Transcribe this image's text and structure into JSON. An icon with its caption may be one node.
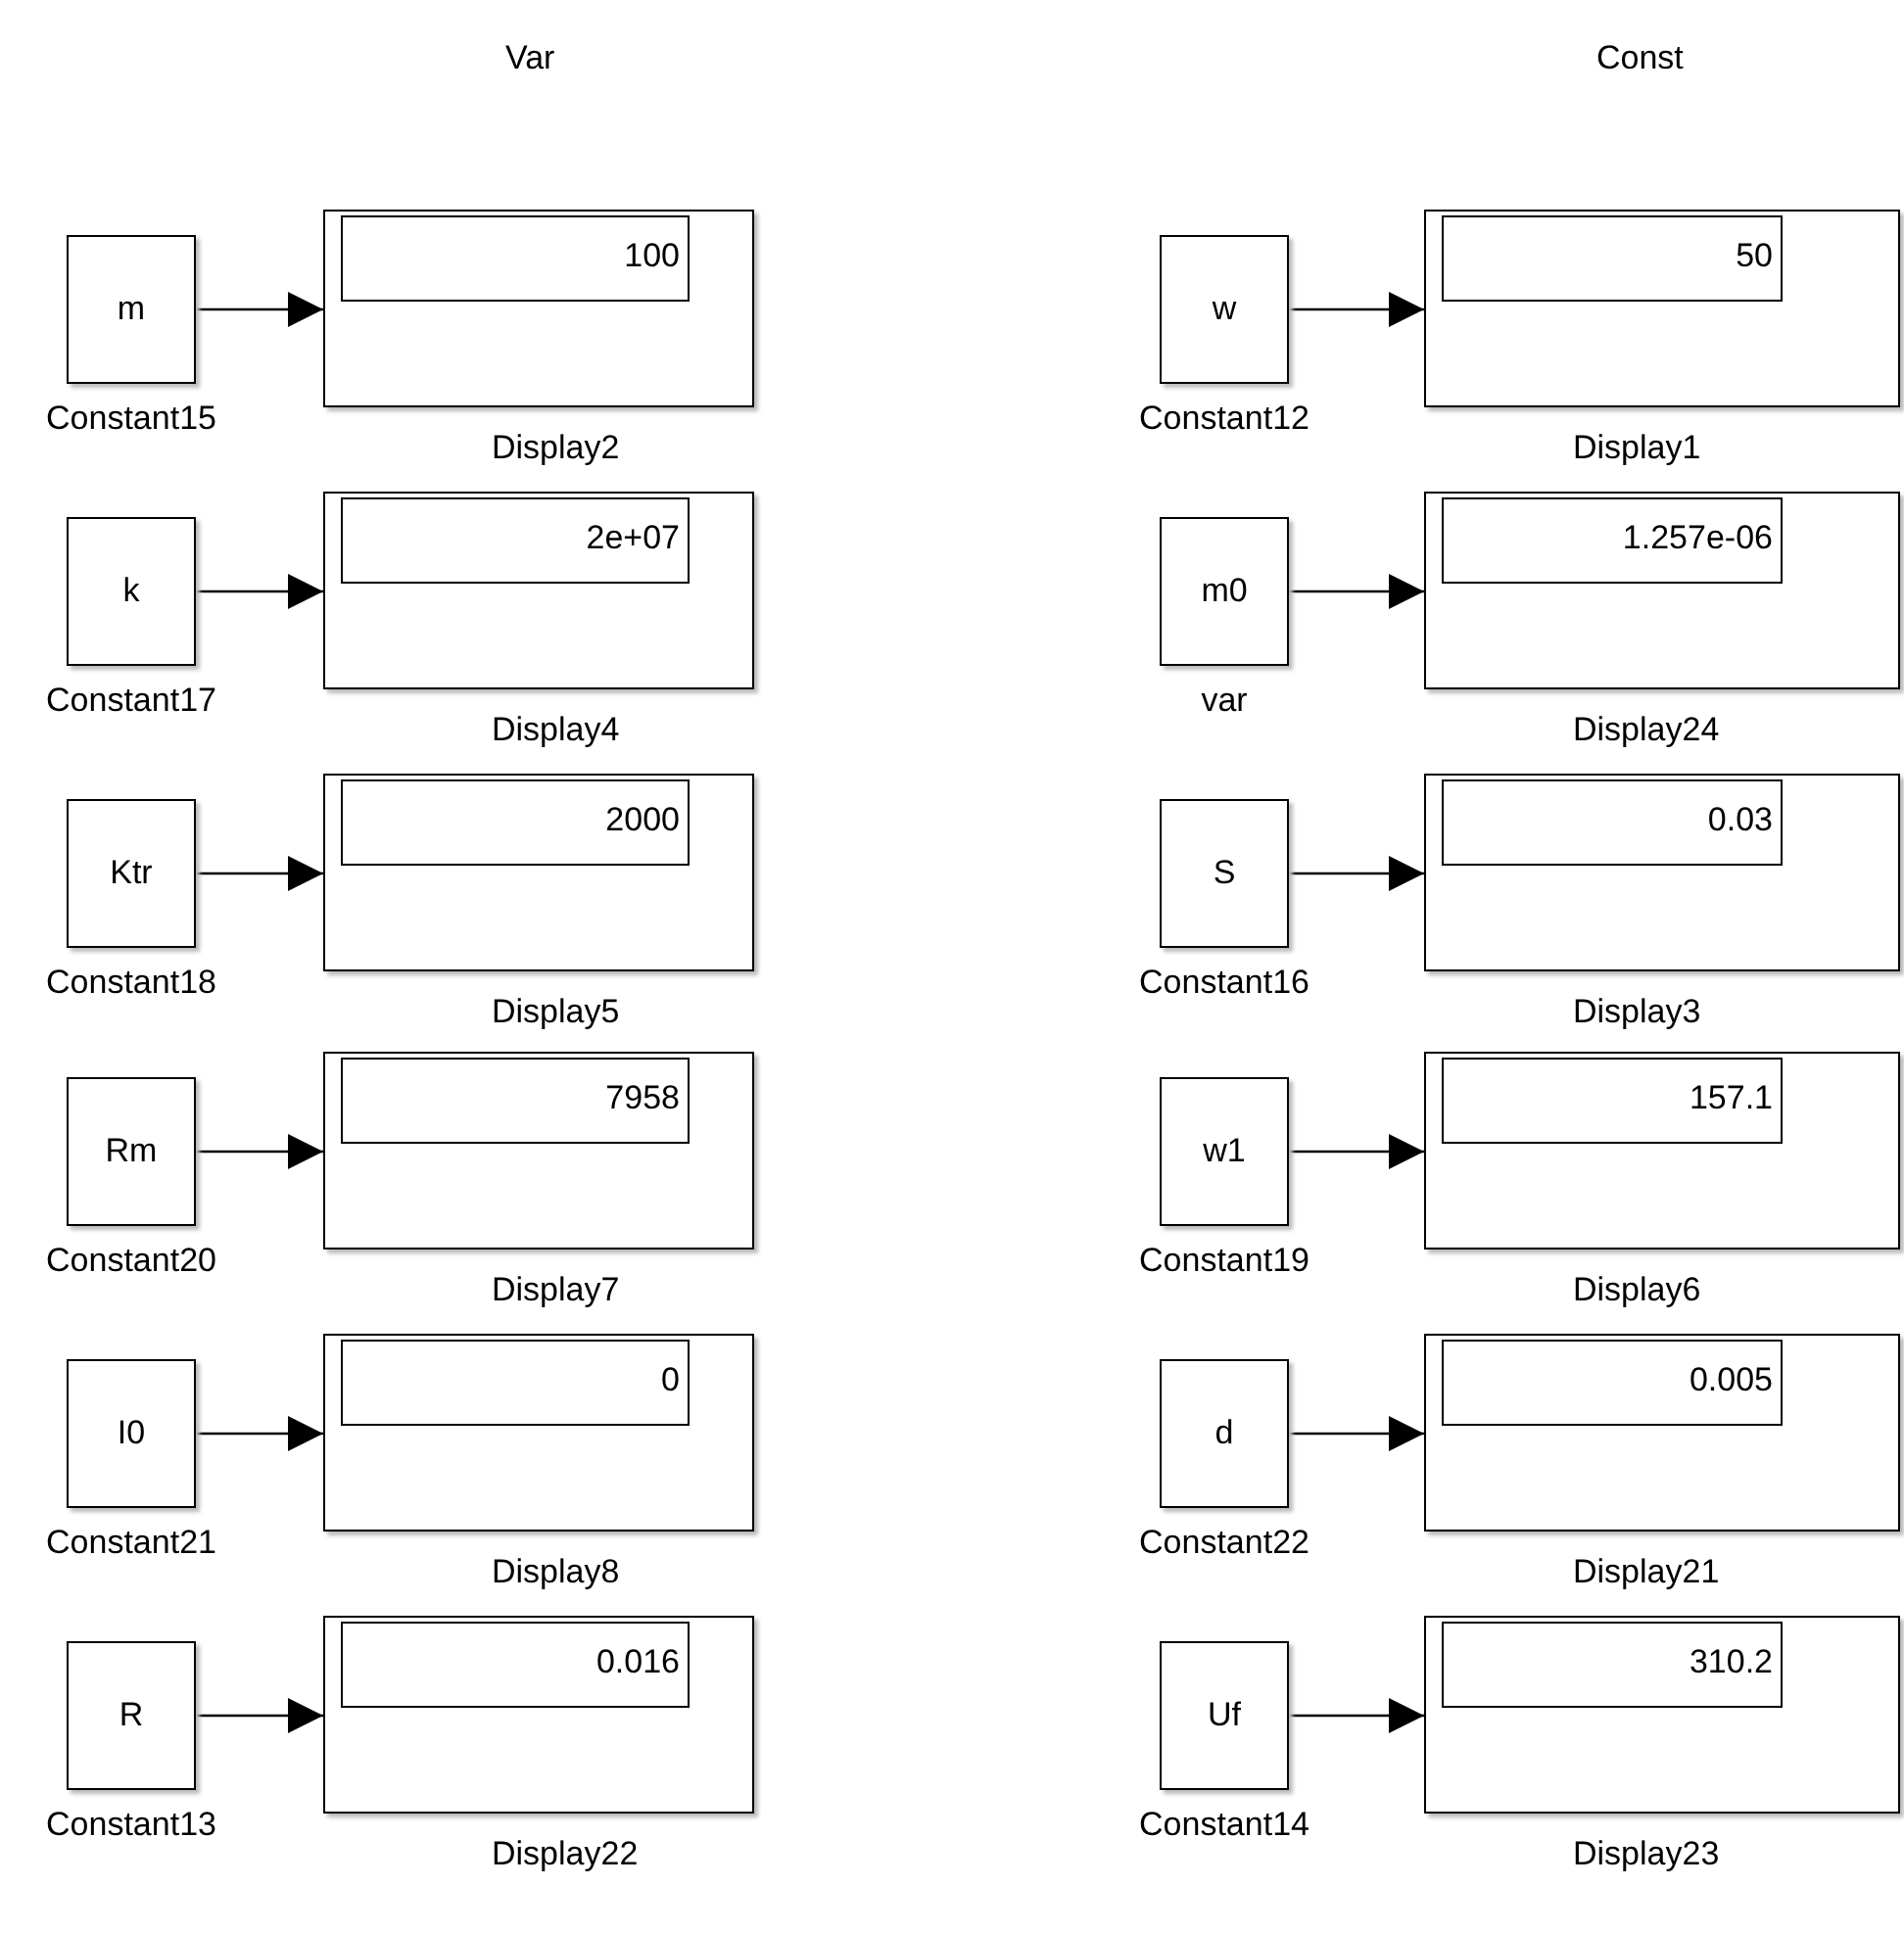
{
  "diagram": {
    "nodes": [
      {
        "text": [
          "m"
        ],
        "beside": [
          "Constant15"
        ]
      },
      {
        "text": [
          "100"
        ],
        "beside": [
          "Display2"
        ]
      },
      {
        "text": [
          "w"
        ],
        "beside": [
          "Constant12"
        ]
      },
      {
        "text": [
          "50"
        ],
        "beside": [
          "Display1"
        ]
      },
      {
        "text": [
          "k"
        ],
        "beside": [
          "Constant17"
        ]
      },
      {
        "text": [
          "2e+07"
        ],
        "beside": [
          "Display4"
        ]
      },
      {
        "text": [
          "m0"
        ],
        "beside": [
          "var"
        ]
      },
      {
        "text": [
          "1.257e-06"
        ],
        "beside": [
          "Display24"
        ]
      },
      {
        "text": [
          "Ktr"
        ],
        "beside": [
          "Constant18"
        ]
      },
      {
        "text": [
          "2000"
        ],
        "beside": [
          "Display5"
        ]
      },
      {
        "text": [
          "S"
        ],
        "beside": [
          "Constant16"
        ]
      },
      {
        "text": [
          "0.03"
        ],
        "beside": [
          "Display3"
        ]
      },
      {
        "text": [
          "Rm"
        ],
        "beside": [
          "Constant20"
        ]
      },
      {
        "text": [
          "7958"
        ],
        "beside": [
          "Display7"
        ]
      },
      {
        "text": [
          "w1"
        ],
        "beside": [
          "Constant19"
        ]
      },
      {
        "text": [
          "157.1"
        ],
        "beside": [
          "Display6"
        ]
      },
      {
        "text": [
          "I0"
        ],
        "beside": [
          "Constant21"
        ]
      },
      {
        "text": [
          "0"
        ],
        "beside": [
          "Display8"
        ]
      },
      {
        "text": [
          "d"
        ],
        "beside": [
          "Constant22"
        ]
      },
      {
        "text": [
          "0.005"
        ],
        "beside": [
          "Display21"
        ]
      },
      {
        "text": [
          "R"
        ],
        "beside": [
          "Constant13"
        ]
      },
      {
        "text": [
          "0.016"
        ],
        "beside": [
          "Display22"
        ]
      },
      {
        "text": [
          "Uf"
        ],
        "beside": [
          "Constant14"
        ]
      },
      {
        "text": [
          "310.2"
        ],
        "beside": [
          "Display23"
        ]
      }
    ],
    "edges": [
      {
        "from": 0,
        "to": 1,
        "arrow": "to"
      },
      {
        "from": 2,
        "to": 3,
        "arrow": "to"
      },
      {
        "from": 4,
        "to": 5,
        "arrow": "to"
      },
      {
        "from": 6,
        "to": 7,
        "arrow": "to"
      },
      {
        "from": 8,
        "to": 9,
        "arrow": "to"
      },
      {
        "from": 10,
        "to": 11,
        "arrow": "to"
      },
      {
        "from": 12,
        "to": 13,
        "arrow": "to"
      },
      {
        "from": 14,
        "to": 15,
        "arrow": "to"
      },
      {
        "from": 16,
        "to": 17,
        "arrow": "to"
      },
      {
        "from": 18,
        "to": 19,
        "arrow": "to"
      },
      {
        "from": 20,
        "to": 21,
        "arrow": "to"
      },
      {
        "from": 22,
        "to": 23,
        "arrow": "to"
      }
    ],
    "labels": [
      "Var",
      "Const"
    ]
  }
}
